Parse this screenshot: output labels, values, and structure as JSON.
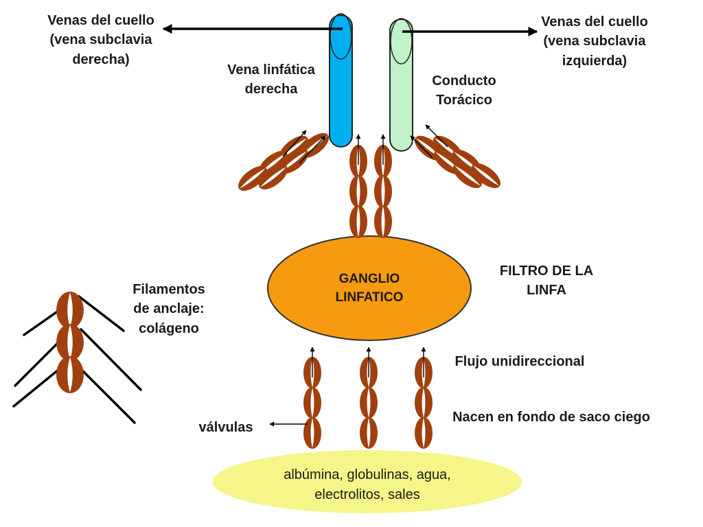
{
  "colors": {
    "vessel": "#a0400f",
    "lymphatic_vein": "#00b0f0",
    "thoracic_duct": "#c2f2c8",
    "node_fill": "#f79a10",
    "node_stroke": "#333333",
    "blood_fluid": "#f5f589",
    "line": "#000000"
  },
  "labels": {
    "neck_right": "Venas del cuello\n(vena subclavia\nderecha)",
    "neck_left": "Venas del cuello\n(vena subclavia\nizquierda)",
    "right_lymph_vein": "Vena linfática\nderecha",
    "thoracic_duct": "Conducto\nTorácico",
    "node": "GANGLIO\nLINFATICO",
    "lymph_filter": "FILTRO DE LA\nLINFA",
    "anchor_filaments": "Filamentos\nde anclaje:\ncolágeno",
    "unidirectional_flow": "Flujo unidireccional",
    "blind_sac": "Nacen en fondo de saco ciego",
    "valves": "válvulas",
    "interstitial_fluid": "albúmina, globulinas, agua,\nelectrolitos, sales"
  }
}
